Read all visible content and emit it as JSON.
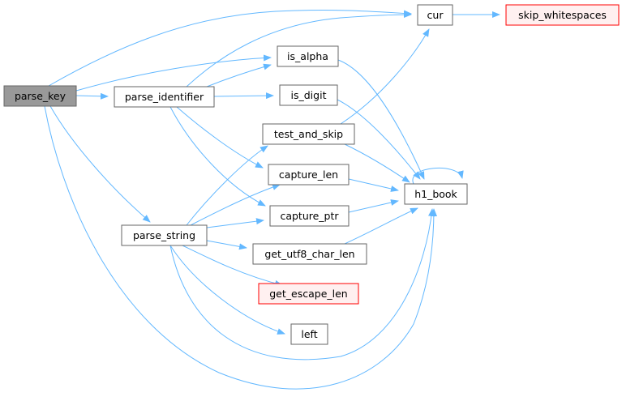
{
  "graph": {
    "colors": {
      "edge": "#63b8ff",
      "node_fill": "#ffffff",
      "node_stroke": "#666666",
      "root_fill": "#999999",
      "external_fill": "#fff0f0",
      "external_stroke": "#ff0000"
    },
    "nodes": [
      {
        "id": "parse_key",
        "label": "parse_key",
        "kind": "root"
      },
      {
        "id": "cur",
        "label": "cur",
        "kind": "normal"
      },
      {
        "id": "skip_whitespaces",
        "label": "skip_whitespaces",
        "kind": "external"
      },
      {
        "id": "is_alpha",
        "label": "is_alpha",
        "kind": "normal"
      },
      {
        "id": "parse_identifier",
        "label": "parse_identifier",
        "kind": "normal"
      },
      {
        "id": "is_digit",
        "label": "is_digit",
        "kind": "normal"
      },
      {
        "id": "test_and_skip",
        "label": "test_and_skip",
        "kind": "normal"
      },
      {
        "id": "capture_len",
        "label": "capture_len",
        "kind": "normal"
      },
      {
        "id": "h1_book",
        "label": "h1_book",
        "kind": "normal"
      },
      {
        "id": "capture_ptr",
        "label": "capture_ptr",
        "kind": "normal"
      },
      {
        "id": "parse_string",
        "label": "parse_string",
        "kind": "normal"
      },
      {
        "id": "get_utf8_char_len",
        "label": "get_utf8_char_len",
        "kind": "normal"
      },
      {
        "id": "get_escape_len",
        "label": "get_escape_len",
        "kind": "external"
      },
      {
        "id": "left",
        "label": "left",
        "kind": "normal"
      }
    ],
    "edges": [
      {
        "from": "parse_key",
        "to": "cur"
      },
      {
        "from": "parse_key",
        "to": "is_alpha"
      },
      {
        "from": "parse_key",
        "to": "parse_identifier"
      },
      {
        "from": "parse_key",
        "to": "parse_string"
      },
      {
        "from": "parse_key",
        "to": "h1_book"
      },
      {
        "from": "cur",
        "to": "skip_whitespaces"
      },
      {
        "from": "parse_identifier",
        "to": "cur"
      },
      {
        "from": "parse_identifier",
        "to": "is_alpha"
      },
      {
        "from": "parse_identifier",
        "to": "is_digit"
      },
      {
        "from": "parse_identifier",
        "to": "capture_len"
      },
      {
        "from": "parse_identifier",
        "to": "capture_ptr"
      },
      {
        "from": "is_alpha",
        "to": "h1_book"
      },
      {
        "from": "is_digit",
        "to": "h1_book"
      },
      {
        "from": "test_and_skip",
        "to": "cur"
      },
      {
        "from": "test_and_skip",
        "to": "h1_book"
      },
      {
        "from": "capture_len",
        "to": "h1_book"
      },
      {
        "from": "capture_ptr",
        "to": "h1_book"
      },
      {
        "from": "get_utf8_char_len",
        "to": "h1_book"
      },
      {
        "from": "h1_book",
        "to": "h1_book"
      },
      {
        "from": "parse_string",
        "to": "test_and_skip"
      },
      {
        "from": "parse_string",
        "to": "capture_len"
      },
      {
        "from": "parse_string",
        "to": "capture_ptr"
      },
      {
        "from": "parse_string",
        "to": "get_utf8_char_len"
      },
      {
        "from": "parse_string",
        "to": "get_escape_len"
      },
      {
        "from": "parse_string",
        "to": "left"
      },
      {
        "from": "parse_string",
        "to": "h1_book"
      }
    ]
  }
}
